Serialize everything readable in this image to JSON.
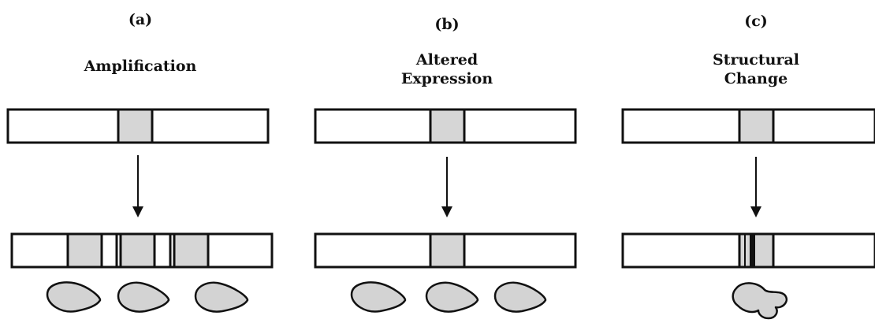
{
  "panels": [
    {
      "letter": "(a)",
      "title_lines": [
        "Amplification"
      ]
    },
    {
      "letter": "(b)",
      "title_lines": [
        "Altered",
        "Expression"
      ]
    },
    {
      "letter": "(c)",
      "title_lines": [
        "Structural",
        "Change"
      ]
    }
  ],
  "colors": {
    "stroke": "#111111",
    "gene_fill": "#d6d6d6",
    "protein_fill": "#d3d3d3",
    "mutation_band": "#111111",
    "background": "#ffffff"
  }
}
